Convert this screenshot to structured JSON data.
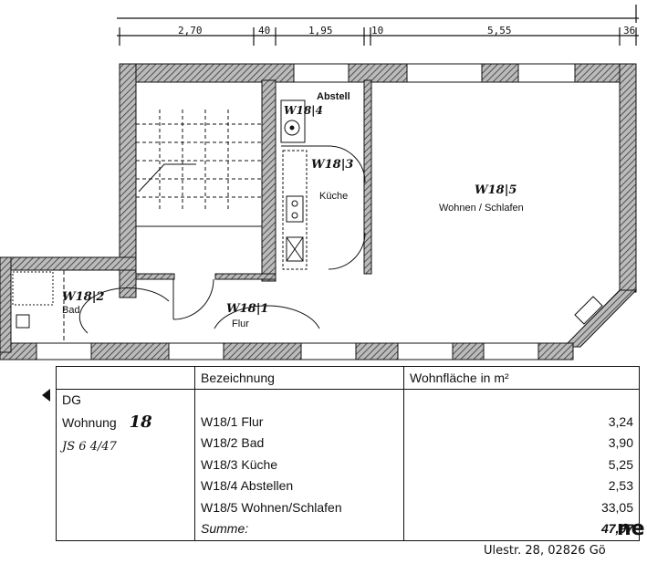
{
  "dimensions": [
    "2,70",
    "40",
    "1,95",
    "10",
    "5,55",
    "36"
  ],
  "rooms": {
    "abstell": {
      "code": "W18|4",
      "name": "Abstell"
    },
    "kueche": {
      "code": "W18|3",
      "name": "Küche"
    },
    "wohnen": {
      "code": "W18|5",
      "name": "Wohnen / Schlafen"
    },
    "bad": {
      "code": "W18|2",
      "name": "Bad"
    },
    "flur": {
      "code": "W18|1",
      "name": "Flur"
    }
  },
  "table": {
    "col_name": "Bezeichnung",
    "col_area": "Wohnfläche in m²",
    "floor": "DG",
    "unit_label": "Wohnung",
    "unit_number": "18",
    "handwritten_note": "JS  6  4/47",
    "rows": [
      {
        "name": "W18/1 Flur",
        "area": "3,24"
      },
      {
        "name": "W18/2 Bad",
        "area": "3,90"
      },
      {
        "name": "W18/3 Küche",
        "area": "5,25"
      },
      {
        "name": "W18/4 Abstellen",
        "area": "2,53"
      },
      {
        "name": "W18/5 Wohnen/Schlafen",
        "area": "33,05"
      }
    ],
    "sum_label": "Summe:",
    "sum_value": "47,97"
  },
  "footer": {
    "company_fragment": "ne",
    "address": "Ulestr. 28, 02826 Gö"
  }
}
